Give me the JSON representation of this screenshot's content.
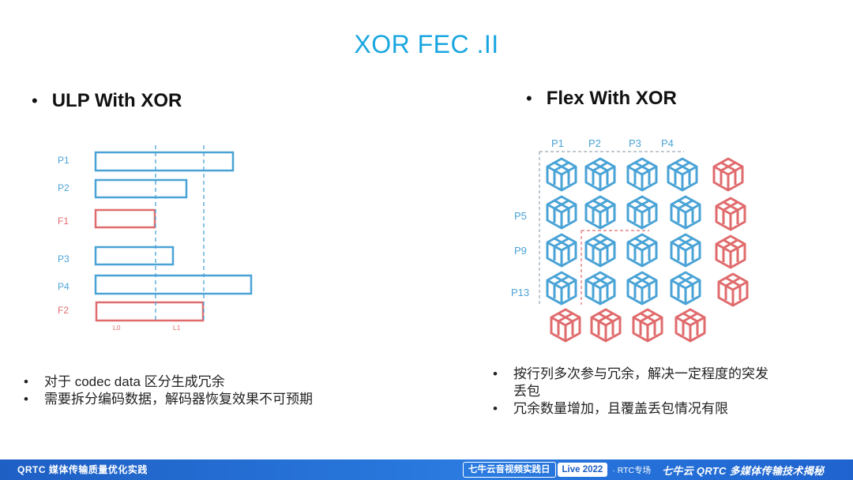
{
  "slide": {
    "title": "XOR FEC .II",
    "left_heading": "ULP With XOR",
    "right_heading": "Flex With XOR",
    "bullet_char": "•"
  },
  "ulp_diagram": {
    "rows": [
      {
        "label": "P1",
        "kind": "packet"
      },
      {
        "label": "P2",
        "kind": "packet"
      },
      {
        "label": "F1",
        "kind": "fec"
      },
      {
        "label": "P3",
        "kind": "packet"
      },
      {
        "label": "P4",
        "kind": "packet"
      },
      {
        "label": "F2",
        "kind": "fec"
      }
    ],
    "level_labels": [
      "L0",
      "L1"
    ]
  },
  "flex_diagram": {
    "column_labels": [
      "P1",
      "P2",
      "P3",
      "P4"
    ],
    "row_labels": [
      "P5",
      "P9",
      "P13"
    ]
  },
  "left_bullets": [
    "对于 codec data 区分生成冗余",
    "需要拆分编码数据，解码器恢复效果不可预期"
  ],
  "right_bullets": [
    "按行列多次参与冗余，解决一定程度的突发丢包",
    "冗余数量增加，且覆盖丢包情况有限"
  ],
  "footer": {
    "left_text": "QRTC 媒体传输质量优化实践",
    "event_name": "七牛云音视频实践日",
    "event_live": "Live 2022",
    "event_sep": "· RTC专场",
    "topic": "七牛云 QRTC 多媒体传输技术揭秘"
  },
  "colors": {
    "title": "#19a6e0",
    "packet": "#4aa3d6",
    "fec": "#e06b6d",
    "footer_bg": "#1e5fc4"
  }
}
